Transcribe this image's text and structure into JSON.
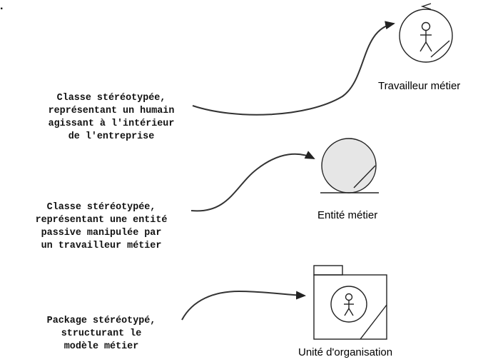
{
  "stray_mark": ".",
  "elements": [
    {
      "label": "Travailleur métier",
      "note": [
        "Classe stéréotypée,",
        "représentant un humain",
        "agissant à l'intérieur",
        "de l'entreprise"
      ]
    },
    {
      "label": "Entité métier",
      "note": [
        "Classe stéréotypée,",
        "représentant une entité",
        "passive manipulée par",
        "un travailleur métier"
      ]
    },
    {
      "label": "Unité d'organisation",
      "note": [
        "Package stéréotypé,",
        "structurant le",
        "modèle métier"
      ]
    }
  ]
}
